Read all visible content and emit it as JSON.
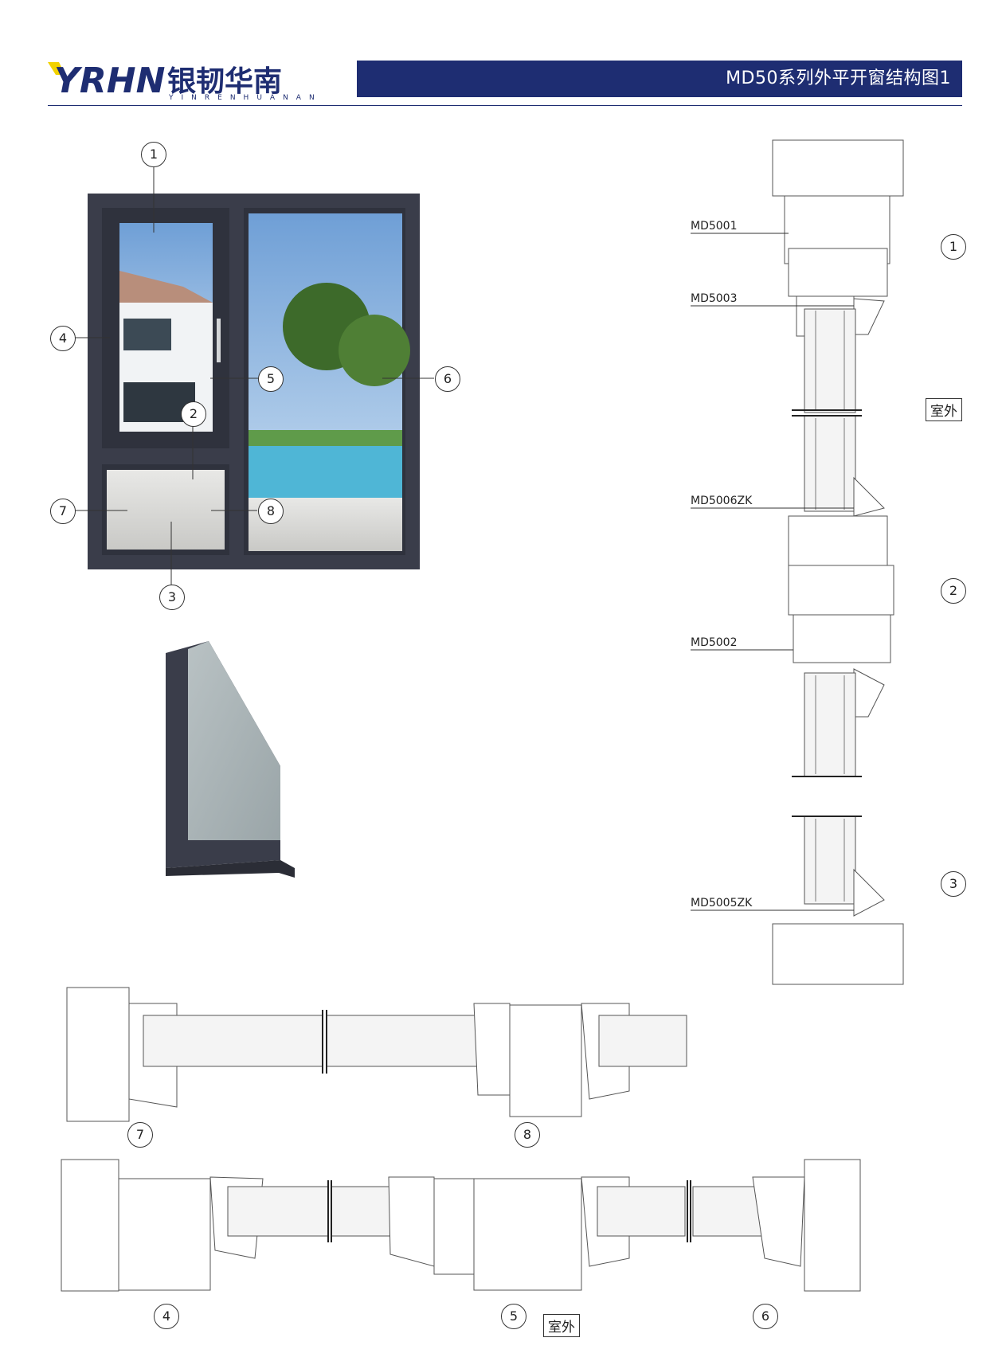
{
  "header": {
    "logo_text": "YRHN 银韧华南",
    "logo_subtext": "YINRENHUANAN",
    "title": "MD50系列外平开窗结构图1"
  },
  "profiles": [
    {
      "code": "MD5001"
    },
    {
      "code": "MD5003"
    },
    {
      "code": "MD5006ZK"
    },
    {
      "code": "MD5002"
    },
    {
      "code": "MD5005ZK"
    }
  ],
  "callouts": [
    "1",
    "2",
    "3",
    "4",
    "5",
    "6",
    "7",
    "8"
  ],
  "orientation_tag": "室外",
  "colors": {
    "brand_navy": "#1e2d72",
    "logo_yellow": "#f2d200",
    "frame_dark": "#3a3d4a"
  }
}
